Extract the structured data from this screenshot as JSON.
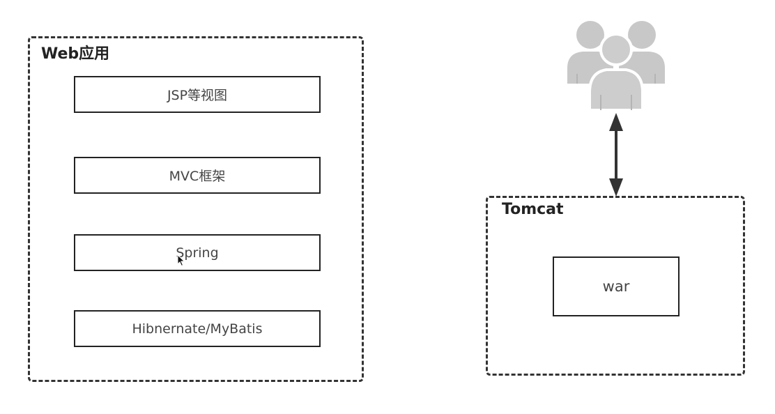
{
  "web_app": {
    "title": "Web应用",
    "layers": [
      {
        "label": "JSP等视图"
      },
      {
        "label": "MVC框架"
      },
      {
        "label": "Spring"
      },
      {
        "label": "Hibnernate/MyBatis"
      }
    ]
  },
  "tomcat": {
    "title": "Tomcat",
    "artifact": {
      "label": "war"
    }
  },
  "users_icon": {
    "icon": "users-icon",
    "color": "#cccccc"
  },
  "connector": {
    "type": "bidirectional-arrow",
    "color": "#333333"
  }
}
